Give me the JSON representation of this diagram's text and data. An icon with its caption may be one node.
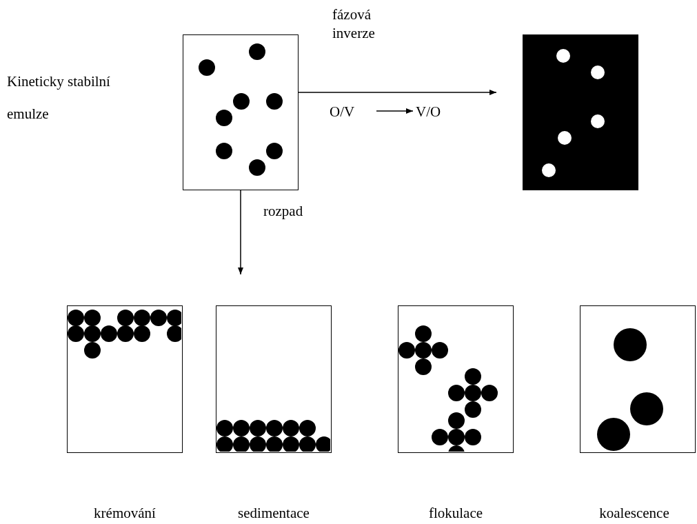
{
  "diagram": {
    "nodes": [
      {
        "text": [],
        "shape": "box"
      },
      {
        "text": [],
        "shape": "box"
      },
      {
        "text": [
          "O/V"
        ]
      },
      {
        "text": [
          "V/O"
        ]
      },
      {
        "text": [],
        "shape": "box",
        "beside": [
          "krémování"
        ]
      },
      {
        "text": [],
        "shape": "box",
        "beside": [
          "sedimentace"
        ]
      },
      {
        "text": [],
        "shape": "box",
        "beside": [
          "flokulace"
        ]
      },
      {
        "text": [],
        "shape": "box",
        "beside": [
          "koalescence"
        ]
      }
    ],
    "edges": [
      {
        "from": 0,
        "to": 1,
        "arrow": "to",
        "label": "fázová inverze"
      },
      {
        "from": 2,
        "to": 3,
        "arrow": "to"
      },
      {
        "from": 0,
        "to": null,
        "arrow": "to",
        "label": "rozpad"
      }
    ],
    "labels": [
      "Kineticky stabilní emulze"
    ]
  }
}
